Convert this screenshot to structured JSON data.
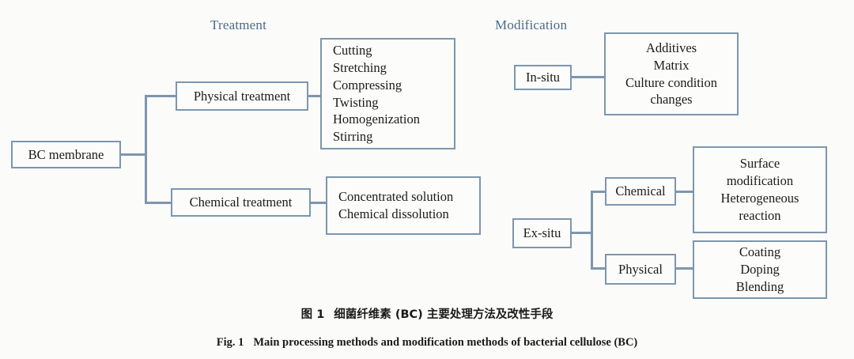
{
  "figure": {
    "background_color": "#fbfbfa",
    "line_color": "#7d96ad",
    "box_border_color": "#7d96ad",
    "box_fill_color": "#fcfcfb",
    "header_text_color": "#4a6a8a",
    "text_color": "#1b1b1b"
  },
  "headers": {
    "treatment": "Treatment",
    "modification": "Modification"
  },
  "root": {
    "label": "BC membrane"
  },
  "treatment_branch": {
    "physical": {
      "label": "Physical treatment",
      "details": [
        "Cutting",
        "Stretching",
        "Compressing",
        "Twisting",
        "Homogenization",
        "Stirring"
      ]
    },
    "chemical": {
      "label": "Chemical treatment",
      "details": [
        "Concentrated solution",
        "Chemical dissolution"
      ]
    }
  },
  "modification_branch": {
    "in_situ": {
      "label": "In-situ",
      "details": [
        "Additives",
        "Matrix",
        "Culture condition",
        "changes"
      ]
    },
    "ex_situ": {
      "label": "Ex-situ",
      "children": [
        {
          "label": "Chemical",
          "details": [
            "Surface",
            "modification",
            "Heterogeneous",
            "reaction"
          ]
        },
        {
          "label": "Physical",
          "details": [
            "Coating",
            "Doping",
            "Blending"
          ]
        }
      ]
    }
  },
  "caption": {
    "chinese_prefix": "图 1",
    "chinese_text": "细菌纤维素 (BC) 主要处理方法及改性手段",
    "english_prefix": "Fig. 1",
    "english_text": "Main processing methods and modification methods of bacterial cellulose (BC)"
  }
}
